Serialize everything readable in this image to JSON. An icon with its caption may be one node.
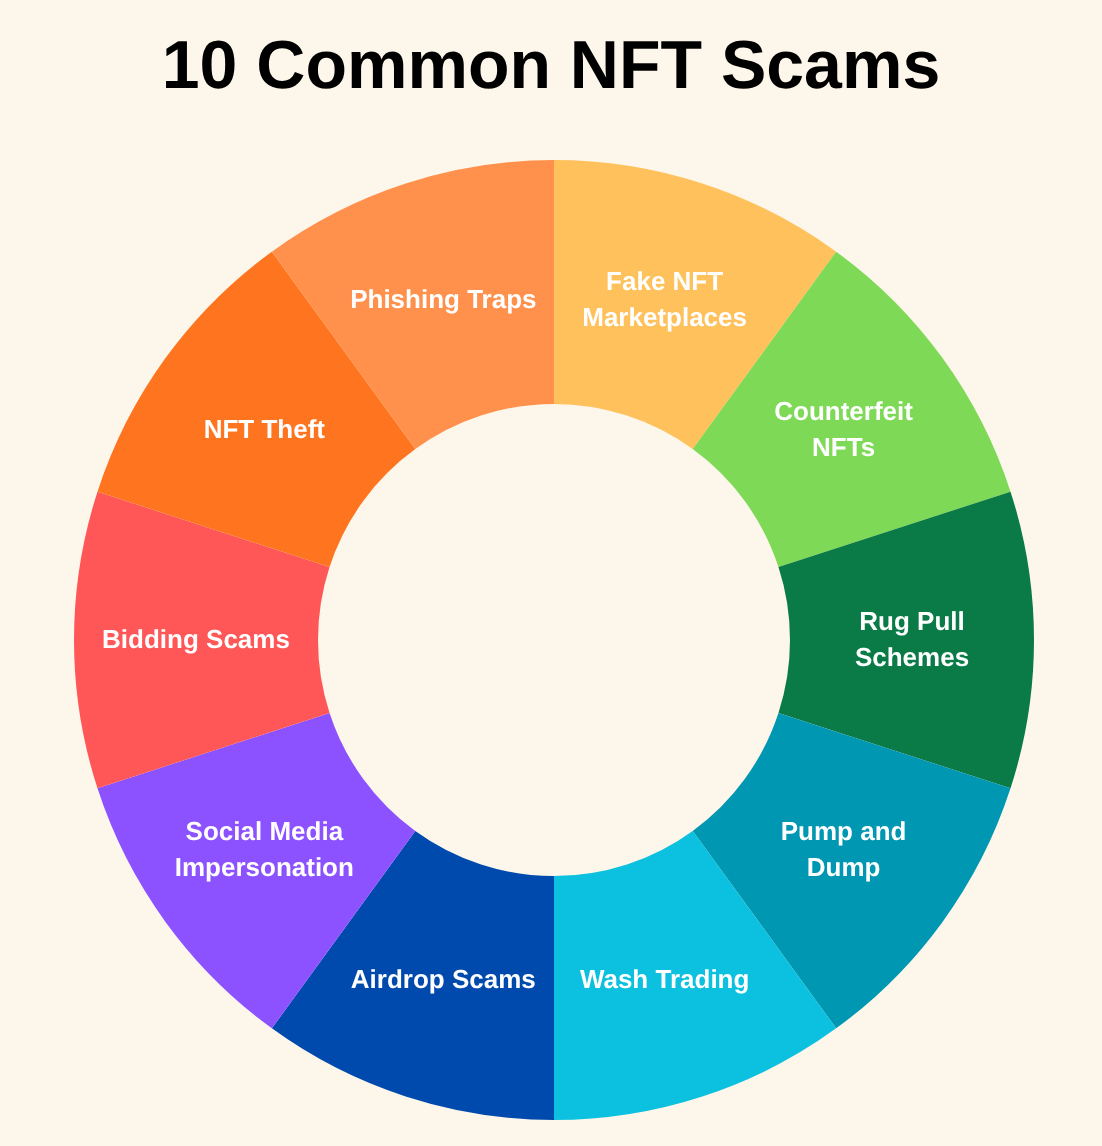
{
  "diagram": {
    "title": "10 Common NFT Scams",
    "nodes": [
      {
        "text": [
          "Fake NFT Marketplaces"
        ]
      },
      {
        "text": [
          "Counterfeit NFTs"
        ]
      },
      {
        "text": [
          "Rug Pull Schemes"
        ]
      },
      {
        "text": [
          "Pump and Dump"
        ]
      },
      {
        "text": [
          "Wash Trading"
        ]
      },
      {
        "text": [
          "Airdrop Scams"
        ]
      },
      {
        "text": [
          "Social Media Impersonation"
        ]
      },
      {
        "text": [
          "Bidding Scams"
        ]
      },
      {
        "text": [
          "NFT Theft"
        ]
      },
      {
        "text": [
          "Phishing Traps"
        ]
      }
    ]
  }
}
